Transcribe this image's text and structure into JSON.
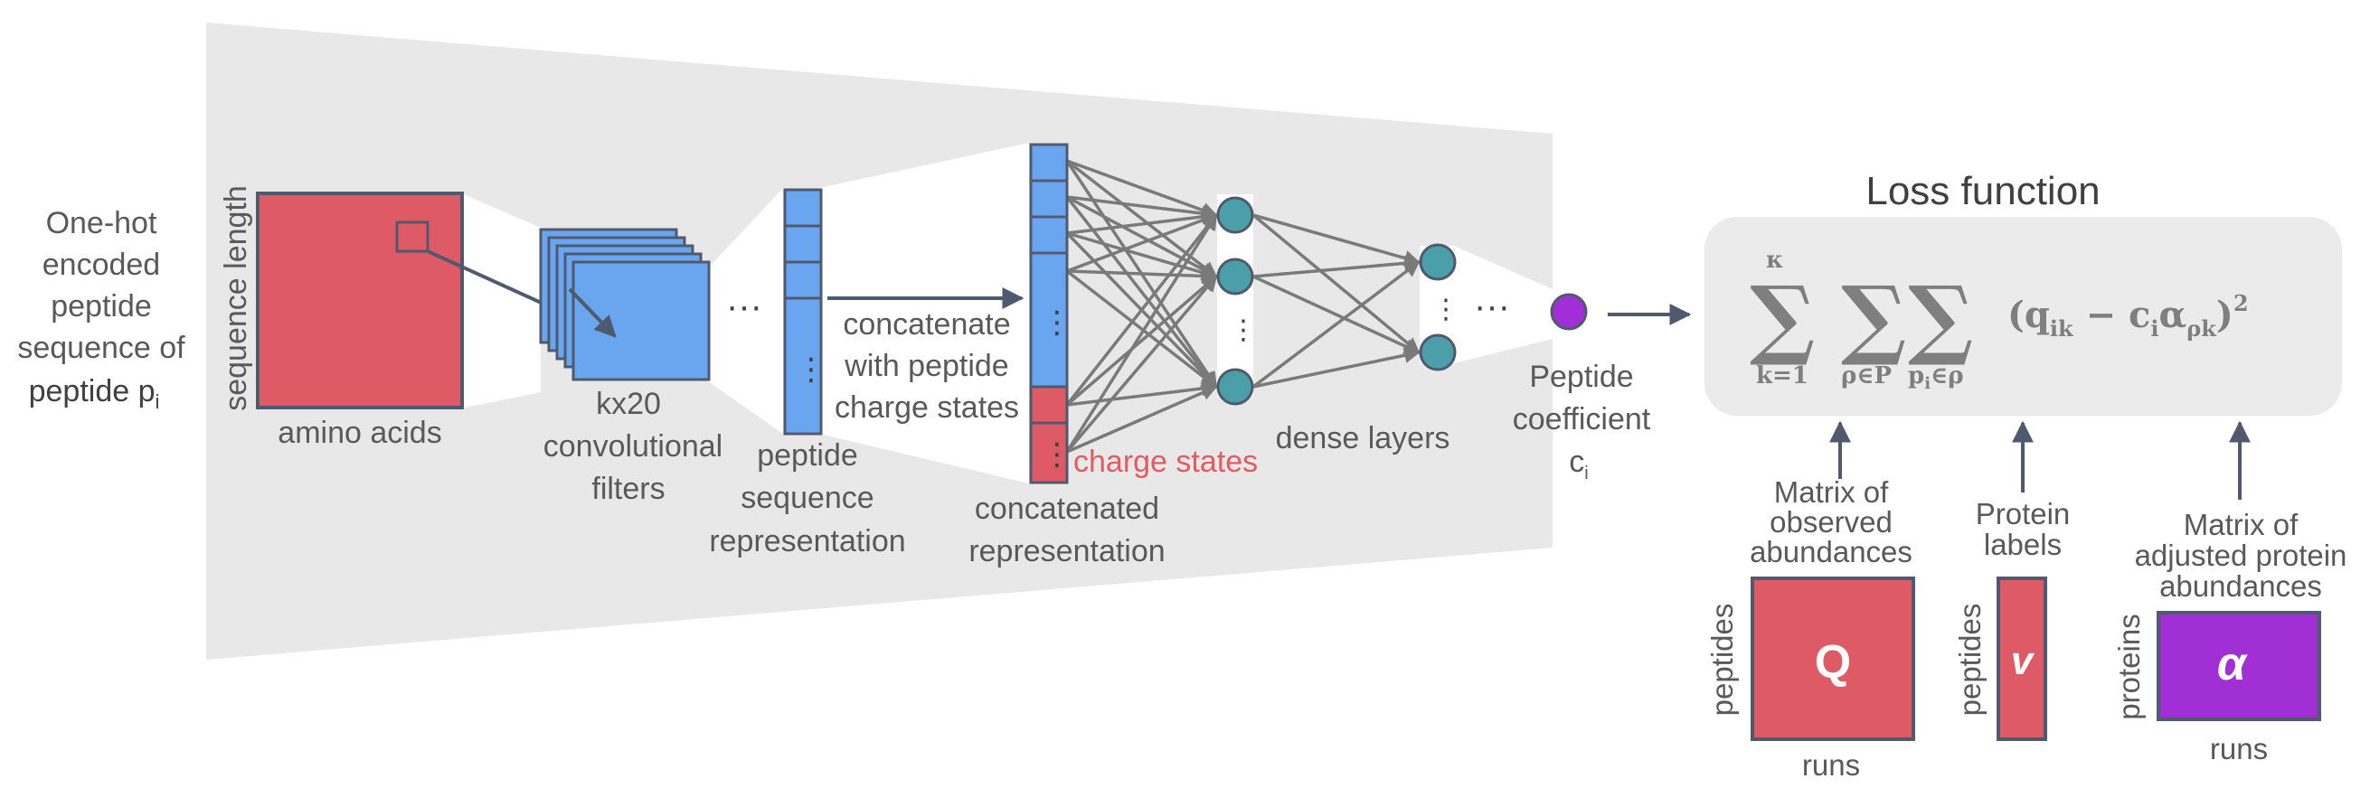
{
  "input": {
    "label_lines": [
      "One-hot",
      "encoded",
      "peptide",
      "sequence of"
    ],
    "label_last": "peptide p",
    "label_sub": "i"
  },
  "onehot_matrix": {
    "y_label": "sequence length",
    "x_label": "amino acids"
  },
  "conv_filters": {
    "label_lines": [
      "kx20",
      "convolutional",
      "filters"
    ]
  },
  "ellipsis": "···",
  "vdots": "⋮",
  "seq_repr": {
    "label_lines": [
      "peptide",
      "sequence",
      "representation"
    ]
  },
  "concat_arrow": {
    "label_lines": [
      "concatenate",
      "with peptide",
      "charge states"
    ]
  },
  "concat_repr": {
    "label_lines": [
      "concatenated",
      "representation"
    ],
    "charge_label": "charge states"
  },
  "dense": {
    "label": "dense layers"
  },
  "output": {
    "label_lines": [
      "Peptide",
      "coefficient"
    ],
    "symbol": "c",
    "sub": "i"
  },
  "loss": {
    "title": "Loss function",
    "sum1_top": "κ",
    "sum1_bottom": "k=1",
    "sum2_bottom": "ρ∈P",
    "sum3_bottom": "p",
    "sum3_bottom_sub": "i",
    "sum3_bottom_rest": "∈ρ",
    "sigma": "∑",
    "term": "(q",
    "term_sub1": "ik",
    "term_mid": " − c",
    "term_sub2": "i",
    "term_alpha": "α",
    "term_sub3": "ρk",
    "term_end": ")",
    "term_exp": "2"
  },
  "Q_matrix": {
    "label_lines": [
      "Matrix of",
      "observed",
      "abundances"
    ],
    "symbol": "Q",
    "y_label": "peptides",
    "x_label": "runs"
  },
  "v_labels": {
    "label_lines": [
      "Protein",
      "labels"
    ],
    "symbol": "v",
    "y_label": "peptides"
  },
  "alpha_matrix": {
    "label_lines": [
      "Matrix of",
      "adjusted protein",
      "abundances"
    ],
    "symbol": "α",
    "y_label": "proteins",
    "x_label": "runs"
  },
  "colors": {
    "red": "#de5a64",
    "blue": "#6aa5ef",
    "teal": "#4a9fa9",
    "purple": "#a02fd6",
    "stroke": "#505a6e",
    "funnel": "#e8e8e8",
    "charge_red": "#e45a62",
    "edge": "#7a7a7a"
  }
}
